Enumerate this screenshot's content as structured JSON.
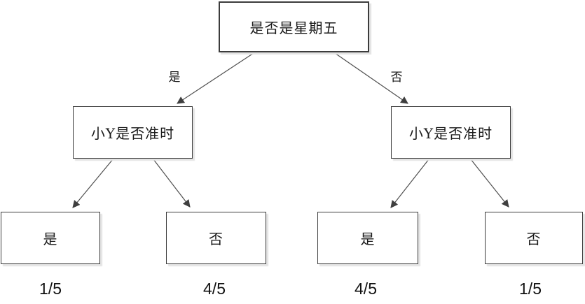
{
  "diagram": {
    "title_hint": "decision-tree",
    "root_node": {
      "label": "是否是星期五"
    },
    "edge_labels": {
      "yes": "是",
      "no": "否"
    },
    "mid_nodes": {
      "left": {
        "label": "小Y是否准时"
      },
      "right": {
        "label": "小Y是否准时"
      }
    },
    "leaf_nodes": [
      {
        "label": "是",
        "value": "1/5"
      },
      {
        "label": "否",
        "value": "4/5"
      },
      {
        "label": "是",
        "value": "4/5"
      },
      {
        "label": "否",
        "value": "1/5"
      }
    ],
    "colors": {
      "background": "#ffffff",
      "node_border": "#3c3c3c",
      "arrow_line": "#4f4f4f",
      "arrow_head": "#3f3f3f",
      "shadow": "#e4e4e4",
      "text": "#1a1a1a"
    }
  }
}
